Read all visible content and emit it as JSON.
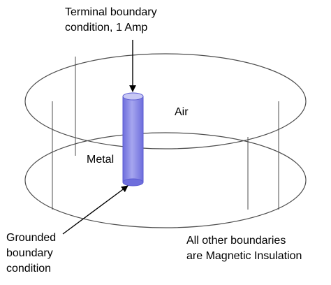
{
  "labels": {
    "terminal": [
      "Terminal boundary",
      "condition, 1 Amp"
    ],
    "air": "Air",
    "metal": "Metal",
    "grounded": [
      "Grounded",
      "boundary",
      "condition"
    ],
    "insulation": [
      "All other boundaries",
      "are Magnetic Insulation"
    ]
  },
  "colors": {
    "outline": "#4d4d4d",
    "metal_fill": "#8c8ce6",
    "metal_top": "#c8c8f4",
    "metal_stroke": "#5a5ad2",
    "arrow": "#000000"
  }
}
